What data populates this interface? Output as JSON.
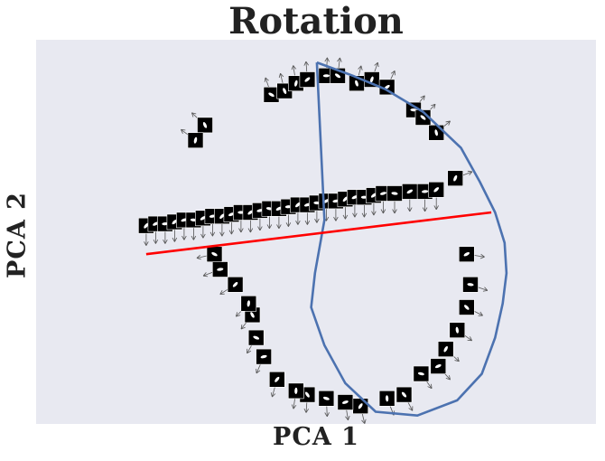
{
  "chart_data": {
    "type": "scatter",
    "title": "Rotation",
    "xlabel": "PCA 1",
    "ylabel": "PCA 2",
    "axes": {
      "ticks": "none",
      "background": "#e8e9f1",
      "grid": false
    },
    "colors": {
      "circle": "#4c72b0",
      "line": "#ff0000",
      "thumbnail": "#000000",
      "arrow": "#555555"
    },
    "circle_boundary": {
      "description": "closed polyline enclosing the ring of rotated-image embeddings",
      "x": [
        -0.01,
        0.18,
        0.35,
        0.55,
        0.75,
        0.85,
        0.93,
        0.98,
        0.99,
        0.97,
        0.93,
        0.86,
        0.73,
        0.52,
        0.3,
        0.14,
        0.03,
        -0.04,
        -0.02,
        0.03
      ],
      "y": [
        0.89,
        0.82,
        0.75,
        0.63,
        0.44,
        0.26,
        0.1,
        -0.06,
        -0.22,
        -0.38,
        -0.56,
        -0.75,
        -0.89,
        -0.97,
        -0.95,
        -0.8,
        -0.6,
        -0.4,
        -0.22,
        0.06
      ]
    },
    "regression_line": {
      "x": [
        -0.91,
        0.91
      ],
      "y": [
        -0.12,
        0.1
      ]
    },
    "band_points": {
      "x": [
        -0.91,
        -0.86,
        -0.81,
        -0.76,
        -0.71,
        -0.66,
        -0.61,
        -0.56,
        -0.51,
        -0.46,
        -0.41,
        -0.36,
        -0.31,
        -0.26,
        -0.21,
        -0.16,
        -0.11,
        -0.06,
        -0.01,
        0.04,
        0.09,
        0.14,
        0.19,
        0.24,
        0.29,
        0.34,
        0.4,
        0.48,
        0.56,
        0.62
      ],
      "y": [
        0.03,
        0.04,
        0.04,
        0.05,
        0.06,
        0.06,
        0.07,
        0.08,
        0.08,
        0.09,
        0.1,
        0.1,
        0.11,
        0.12,
        0.12,
        0.13,
        0.14,
        0.14,
        0.15,
        0.16,
        0.16,
        0.17,
        0.18,
        0.18,
        0.19,
        0.2,
        0.2,
        0.21,
        0.21,
        0.22
      ]
    },
    "ring_points": {
      "x": [
        -0.25,
        -0.18,
        -0.12,
        -0.06,
        0.04,
        0.1,
        0.2,
        0.28,
        0.36,
        0.5,
        0.55,
        0.62,
        0.72,
        0.78,
        0.8,
        0.78,
        0.73,
        0.67,
        0.63,
        0.54,
        0.45,
        0.36,
        0.22,
        0.14,
        0.04,
        -0.06,
        -0.12,
        -0.22,
        -0.29,
        -0.33,
        -0.35,
        -0.37,
        -0.44,
        -0.52,
        -0.55,
        -0.6,
        -0.65
      ],
      "y": [
        0.72,
        0.74,
        0.78,
        0.8,
        0.82,
        0.82,
        0.78,
        0.8,
        0.76,
        0.64,
        0.6,
        0.52,
        0.28,
        -0.12,
        -0.28,
        -0.4,
        -0.52,
        -0.62,
        -0.71,
        -0.75,
        -0.86,
        -0.88,
        -0.92,
        -0.9,
        -0.88,
        -0.86,
        -0.84,
        -0.78,
        -0.66,
        -0.56,
        -0.44,
        -0.38,
        -0.28,
        -0.2,
        -0.12,
        0.56,
        0.48
      ]
    }
  }
}
